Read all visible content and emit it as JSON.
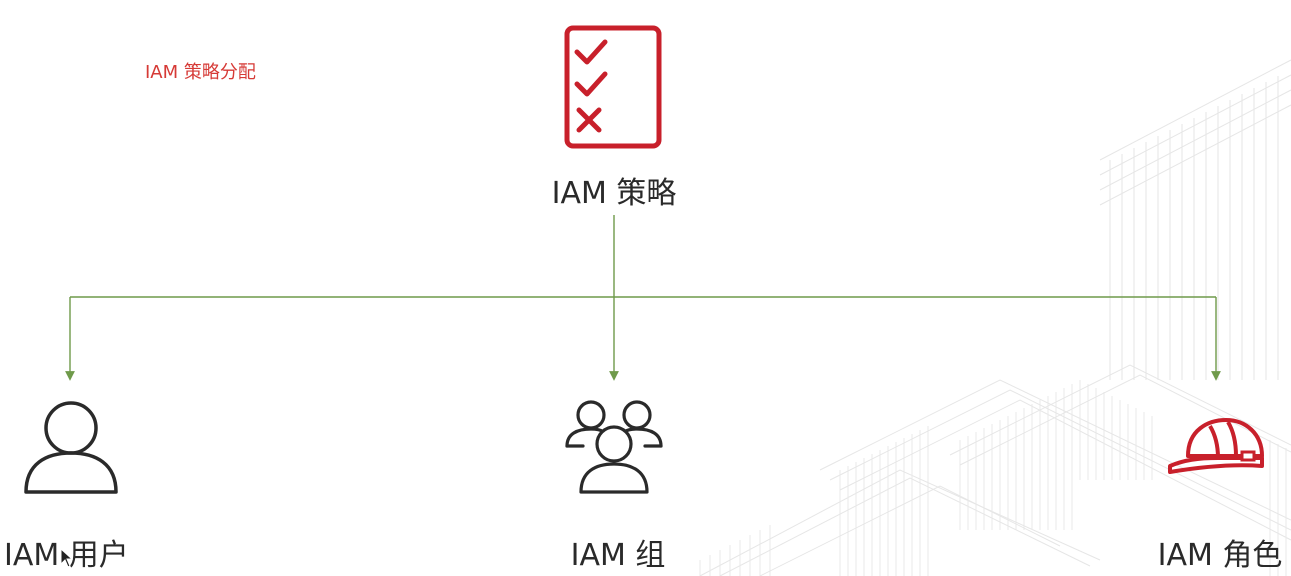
{
  "header": {
    "title": "IAM 策略分配"
  },
  "diagram": {
    "root": {
      "label": "IAM 策略",
      "icon": "checklist-icon",
      "color": "#c8202b"
    },
    "targets": [
      {
        "label": "IAM 用户",
        "icon": "user-icon"
      },
      {
        "label": "IAM 组",
        "icon": "group-icon"
      },
      {
        "label": "IAM 角色",
        "icon": "hard-hat-icon"
      }
    ],
    "connector_color": "#6f9a4a"
  },
  "colors": {
    "accent": "#c8202b",
    "title_text": "#d63a36",
    "label_text": "#2a2a2a",
    "background_pattern": "#e4e4e4"
  }
}
